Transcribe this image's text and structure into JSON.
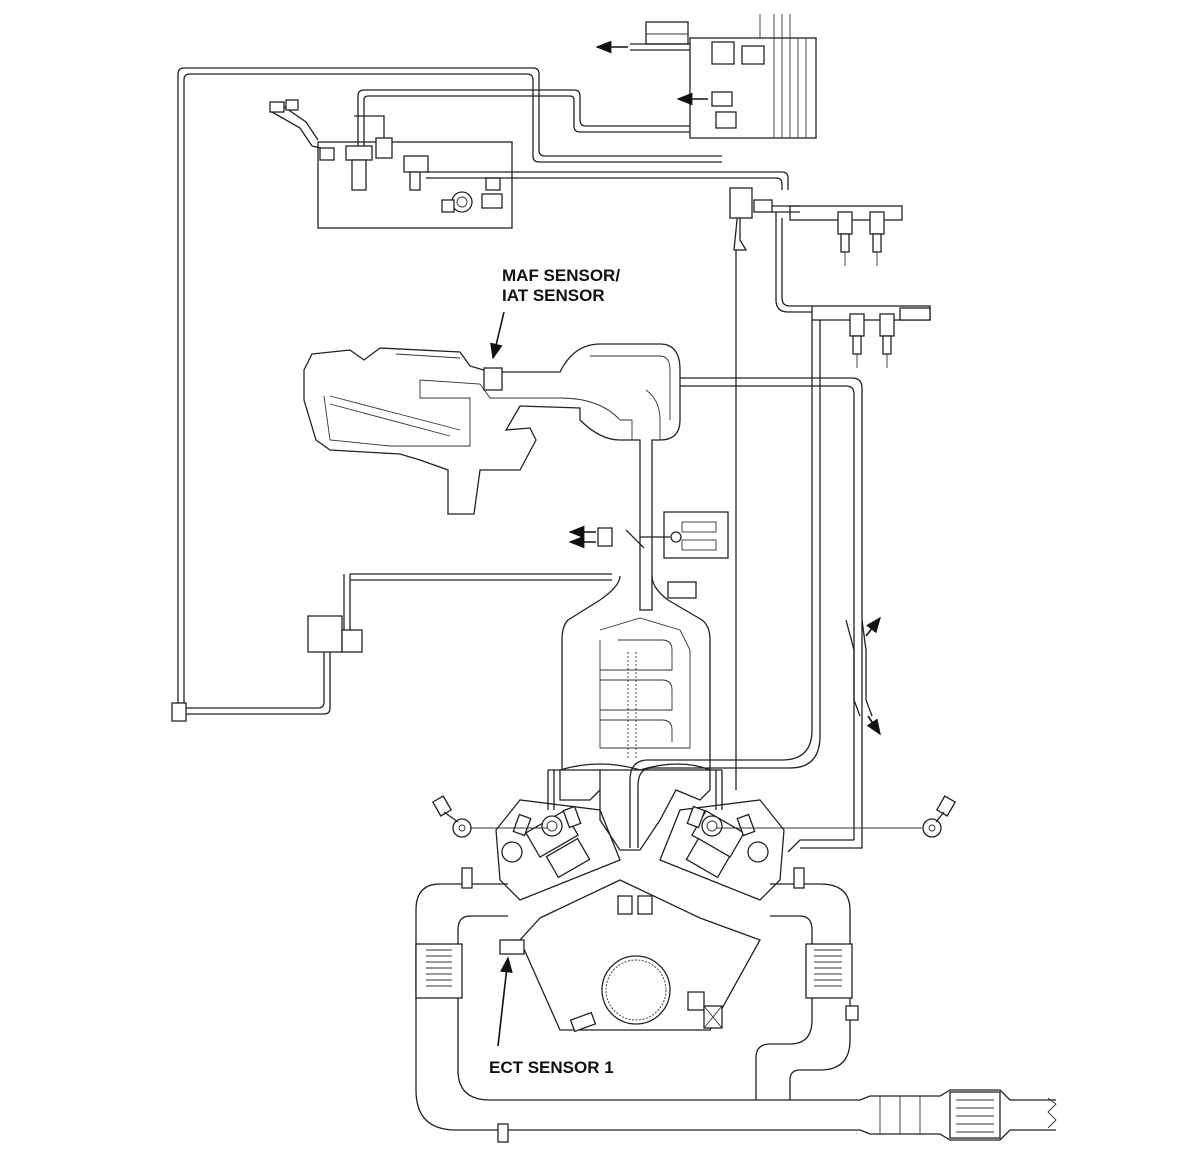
{
  "labels": {
    "maf_sensor": "MAF SENSOR/",
    "iat_sensor": "IAT SENSOR",
    "ect_sensor": "ECT SENSOR 1"
  },
  "colors": {
    "line": "#222222",
    "background": "#ffffff",
    "text": "#111111"
  }
}
